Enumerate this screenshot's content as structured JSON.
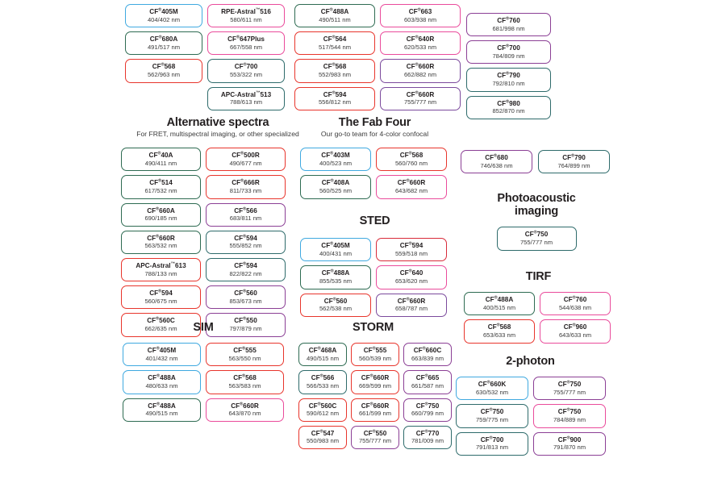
{
  "page": {
    "background": "#ffffff",
    "palette": {
      "blue": "#3fa9e0",
      "green": "#2e6b52",
      "red": "#e8352c",
      "pink": "#ea4b9b",
      "magenta": "#d42a7f",
      "purple": "#8b3f95",
      "violet": "#7b4a9c",
      "teal": "#2e6b6b",
      "darkteal": "#275e5e",
      "crimson": "#d82b3a"
    }
  },
  "sections": [
    {
      "id": "top-row-a",
      "title": "",
      "subtitle": "",
      "columns": [
        {
          "chips": [
            {
              "name": "CF",
              "sup": "®",
              "suffix": "405M",
              "value": "404/402 nm",
              "color": "#3fa9e0"
            },
            {
              "name": "CF",
              "sup": "®",
              "suffix": "680A",
              "value": "491/517 nm",
              "color": "#2e6b52"
            },
            {
              "name": "CF",
              "sup": "®",
              "suffix": "568",
              "value": "562/963 nm",
              "color": "#e8352c"
            }
          ]
        },
        {
          "chips": [
            {
              "name": "RPE-Astral",
              "sup": "™",
              "suffix": "516",
              "value": "580/611 nm",
              "color": "#ea4b9b"
            },
            {
              "name": "CF",
              "sup": "®",
              "suffix": "647Plus",
              "value": "667/558 nm",
              "color": "#ea4b9b"
            },
            {
              "name": "CF",
              "sup": "®",
              "suffix": "700",
              "value": "553/322 nm",
              "color": "#2e6b6b"
            },
            {
              "name": "APC-Astral",
              "sup": "™",
              "suffix": "513",
              "value": "788/613 nm",
              "color": "#2e6b6b"
            }
          ]
        }
      ]
    },
    {
      "id": "top-row-b",
      "title": "",
      "subtitle": "",
      "columns": [
        {
          "chips": [
            {
              "name": "CF",
              "sup": "®",
              "suffix": "488A",
              "value": "490/511 nm",
              "color": "#2e6b52"
            },
            {
              "name": "CF",
              "sup": "®",
              "suffix": "564",
              "value": "517/544 nm",
              "color": "#e8352c"
            },
            {
              "name": "CF",
              "sup": "®",
              "suffix": "568",
              "value": "552/983 nm",
              "color": "#e8352c"
            },
            {
              "name": "CF",
              "sup": "®",
              "suffix": "594",
              "value": "556/812 nm",
              "color": "#e8352c"
            }
          ]
        },
        {
          "chips": [
            {
              "name": "CF",
              "sup": "®",
              "suffix": "663",
              "value": "603/938 nm",
              "color": "#ea4b9b"
            },
            {
              "name": "CF",
              "sup": "®",
              "suffix": "640R",
              "value": "620/533 nm",
              "color": "#ea4b9b"
            },
            {
              "name": "CF",
              "sup": "®",
              "suffix": "660R",
              "value": "662/882 nm",
              "color": "#7b4a9c"
            },
            {
              "name": "CF",
              "sup": "®",
              "suffix": "660R",
              "value": "755/777 nm",
              "color": "#7b4a9c"
            }
          ]
        }
      ]
    },
    {
      "id": "top-row-c",
      "title": "",
      "subtitle": "",
      "columns": [
        {
          "chips": [
            {
              "name": "CF",
              "sup": "®",
              "suffix": "760",
              "value": "681/998 nm",
              "color": "#8b3f95"
            },
            {
              "name": "CF",
              "sup": "®",
              "suffix": "700",
              "value": "784/809 nm",
              "color": "#8b3f95"
            },
            {
              "name": "CF",
              "sup": "®",
              "suffix": "790",
              "value": "792/810 nm",
              "color": "#2e6b6b"
            },
            {
              "name": "CF",
              "sup": "®",
              "suffix": "980",
              "value": "852/870 nm",
              "color": "#2e6b6b"
            }
          ]
        }
      ]
    },
    {
      "id": "alternative-spectra",
      "title": "Alternative spectra",
      "subtitle": "For FRET, multispectral imaging, or other specialized",
      "columns": [
        {
          "chips": [
            {
              "name": "CF",
              "sup": "®",
              "suffix": "40A",
              "value": "490/411 nm",
              "color": "#2e6b52"
            },
            {
              "name": "CF",
              "sup": "®",
              "suffix": "514",
              "value": "617/532 nm",
              "color": "#2e6b52"
            },
            {
              "name": "CF",
              "sup": "®",
              "suffix": "660A",
              "value": "690/185 nm",
              "color": "#2e6b52"
            },
            {
              "name": "CF",
              "sup": "®",
              "suffix": "660R",
              "value": "563/532 nm",
              "color": "#2e6b52"
            },
            {
              "name": "APC-Astral",
              "sup": "™",
              "suffix": "613",
              "value": "788/133 nm",
              "color": "#e8352c"
            },
            {
              "name": "CF",
              "sup": "®",
              "suffix": "594",
              "value": "560/675 nm",
              "color": "#e8352c"
            },
            {
              "name": "CF",
              "sup": "®",
              "suffix": "560C",
              "value": "662/635 nm",
              "color": "#e8352c"
            }
          ]
        },
        {
          "chips": [
            {
              "name": "CF",
              "sup": "®",
              "suffix": "500R",
              "value": "490/677 nm",
              "color": "#e8352c"
            },
            {
              "name": "CF",
              "sup": "®",
              "suffix": "666R",
              "value": "811/733 nm",
              "color": "#e8352c"
            },
            {
              "name": "CF",
              "sup": "®",
              "suffix": "566",
              "value": "683/811 nm",
              "color": "#8b3f95"
            },
            {
              "name": "CF",
              "sup": "®",
              "suffix": "594",
              "value": "555/852 nm",
              "color": "#2e6b6b"
            },
            {
              "name": "CF",
              "sup": "®",
              "suffix": "594",
              "value": "822/822 nm",
              "color": "#2e6b6b"
            },
            {
              "name": "CF",
              "sup": "®",
              "suffix": "560",
              "value": "853/673 nm",
              "color": "#8b3f95"
            },
            {
              "name": "CF",
              "sup": "®",
              "suffix": "550",
              "value": "797/879 nm",
              "color": "#8b3f95"
            }
          ]
        }
      ]
    },
    {
      "id": "fab-four",
      "title": "The Fab Four",
      "subtitle": "Our go-to team for 4-color confocal",
      "columns": [
        {
          "chips": [
            {
              "name": "CF",
              "sup": "®",
              "suffix": "403M",
              "value": "400/523 nm",
              "color": "#3fa9e0"
            },
            {
              "name": "CF",
              "sup": "®",
              "suffix": "408A",
              "value": "560/525 nm",
              "color": "#2e6b52"
            }
          ]
        },
        {
          "chips": [
            {
              "name": "CF",
              "sup": "®",
              "suffix": "568",
              "value": "560/760 nm",
              "color": "#e8352c"
            },
            {
              "name": "CF",
              "sup": "®",
              "suffix": "660R",
              "value": "643/682 nm",
              "color": "#ea4b9b"
            }
          ]
        }
      ]
    },
    {
      "id": "sted",
      "title": "STED",
      "subtitle": "",
      "columns": [
        {
          "chips": [
            {
              "name": "CF",
              "sup": "®",
              "suffix": "405M",
              "value": "400/431 nm",
              "color": "#3fa9e0"
            },
            {
              "name": "CF",
              "sup": "®",
              "suffix": "488A",
              "value": "855/535 nm",
              "color": "#2e6b52"
            },
            {
              "name": "CF",
              "sup": "®",
              "suffix": "560",
              "value": "562/538 nm",
              "color": "#e8352c"
            }
          ]
        },
        {
          "chips": [
            {
              "name": "CF",
              "sup": "®",
              "suffix": "594",
              "value": "559/518 nm",
              "color": "#d82b3a"
            },
            {
              "name": "CF",
              "sup": "®",
              "suffix": "640",
              "value": "653/620 nm",
              "color": "#ea4b9b"
            },
            {
              "name": "CF",
              "sup": "®",
              "suffix": "660R",
              "value": "658/787 nm",
              "color": "#7b4a9c"
            }
          ]
        }
      ]
    },
    {
      "id": "photoacoustic-row",
      "title": "",
      "subtitle": "",
      "columns": [
        {
          "chips": [
            {
              "name": "CF",
              "sup": "®",
              "suffix": "680",
              "value": "746/638 nm",
              "color": "#8b3f95"
            }
          ]
        },
        {
          "chips": [
            {
              "name": "CF",
              "sup": "®",
              "suffix": "790",
              "value": "764/899 nm",
              "color": "#2e6b6b"
            }
          ]
        }
      ]
    },
    {
      "id": "photoacoustic",
      "title": "Photoacoustic imaging",
      "subtitle": "",
      "columns": [
        {
          "chips": [
            {
              "name": "CF",
              "sup": "®",
              "suffix": "750",
              "value": "755/777 nm",
              "color": "#2e6b6b"
            }
          ]
        }
      ]
    },
    {
      "id": "tirf",
      "title": "TIRF",
      "subtitle": "",
      "columns": [
        {
          "chips": [
            {
              "name": "CF",
              "sup": "®",
              "suffix": "488A",
              "value": "400/515 nm",
              "color": "#2e6b52"
            },
            {
              "name": "CF",
              "sup": "®",
              "suffix": "568",
              "value": "653/633 nm",
              "color": "#e8352c"
            }
          ]
        },
        {
          "chips": [
            {
              "name": "CF",
              "sup": "®",
              "suffix": "760",
              "value": "544/638 nm",
              "color": "#ea4b9b"
            },
            {
              "name": "CF",
              "sup": "®",
              "suffix": "960",
              "value": "643/633 nm",
              "color": "#ea4b9b"
            }
          ]
        }
      ]
    },
    {
      "id": "sim",
      "title": "SIM",
      "subtitle": "",
      "columns": [
        {
          "chips": [
            {
              "name": "CF",
              "sup": "®",
              "suffix": "405M",
              "value": "401/432 nm",
              "color": "#3fa9e0"
            },
            {
              "name": "CF",
              "sup": "®",
              "suffix": "488A",
              "value": "480/633 nm",
              "color": "#3fa9e0"
            },
            {
              "name": "CF",
              "sup": "®",
              "suffix": "488A",
              "value": "490/515 nm",
              "color": "#2e6b52"
            }
          ]
        },
        {
          "chips": [
            {
              "name": "CF",
              "sup": "®",
              "suffix": "555",
              "value": "563/550 nm",
              "color": "#e8352c"
            },
            {
              "name": "CF",
              "sup": "®",
              "suffix": "568",
              "value": "563/583 nm",
              "color": "#e8352c"
            },
            {
              "name": "CF",
              "sup": "®",
              "suffix": "660R",
              "value": "643/870 nm",
              "color": "#ea4b9b"
            }
          ]
        }
      ]
    },
    {
      "id": "storm",
      "title": "STORM",
      "subtitle": "",
      "columns": [
        {
          "chips": [
            {
              "name": "CF",
              "sup": "®",
              "suffix": "468A",
              "value": "490/515 nm",
              "color": "#2e6b52"
            },
            {
              "name": "CF",
              "sup": "®",
              "suffix": "566",
              "value": "566/533 nm",
              "color": "#2e6b6b"
            },
            {
              "name": "CF",
              "sup": "®",
              "suffix": "560C",
              "value": "590/612 nm",
              "color": "#e8352c"
            },
            {
              "name": "CF",
              "sup": "®",
              "suffix": "547",
              "value": "550/983 nm",
              "color": "#e8352c"
            }
          ]
        },
        {
          "chips": [
            {
              "name": "CF",
              "sup": "®",
              "suffix": "555",
              "value": "560/539 nm",
              "color": "#e8352c"
            },
            {
              "name": "CF",
              "sup": "®",
              "suffix": "660R",
              "value": "669/599 nm",
              "color": "#e8352c"
            },
            {
              "name": "CF",
              "sup": "®",
              "suffix": "660R",
              "value": "661/599 nm",
              "color": "#e8352c"
            },
            {
              "name": "CF",
              "sup": "®",
              "suffix": "550",
              "value": "755/777 nm",
              "color": "#8b3f95"
            }
          ]
        },
        {
          "chips": [
            {
              "name": "CF",
              "sup": "®",
              "suffix": "660C",
              "value": "663/839 nm",
              "color": "#8b3f95"
            },
            {
              "name": "CF",
              "sup": "®",
              "suffix": "665",
              "value": "661/587 nm",
              "color": "#8b3f95"
            },
            {
              "name": "CF",
              "sup": "®",
              "suffix": "750",
              "value": "660/799 nm",
              "color": "#8b3f95"
            },
            {
              "name": "CF",
              "sup": "®",
              "suffix": "770",
              "value": "781/009 nm",
              "color": "#2e6b6b"
            }
          ]
        }
      ]
    },
    {
      "id": "two-photon",
      "title": "2-photon",
      "subtitle": "",
      "columns": [
        {
          "chips": [
            {
              "name": "CF",
              "sup": "®",
              "suffix": "660K",
              "value": "630/532 nm",
              "color": "#3fa9e0"
            },
            {
              "name": "CF",
              "sup": "®",
              "suffix": "750",
              "value": "759/775 nm",
              "color": "#2e6b6b"
            },
            {
              "name": "CF",
              "sup": "®",
              "suffix": "700",
              "value": "791/813 nm",
              "color": "#2e6b6b"
            }
          ]
        },
        {
          "chips": [
            {
              "name": "CF",
              "sup": "®",
              "suffix": "750",
              "value": "755/777 nm",
              "color": "#8b3f95"
            },
            {
              "name": "CF",
              "sup": "®",
              "suffix": "750",
              "value": "784/889 nm",
              "color": "#ea4b9b"
            },
            {
              "name": "CF",
              "sup": "®",
              "suffix": "900",
              "value": "791/870 nm",
              "color": "#8b3f95"
            }
          ]
        }
      ]
    }
  ]
}
